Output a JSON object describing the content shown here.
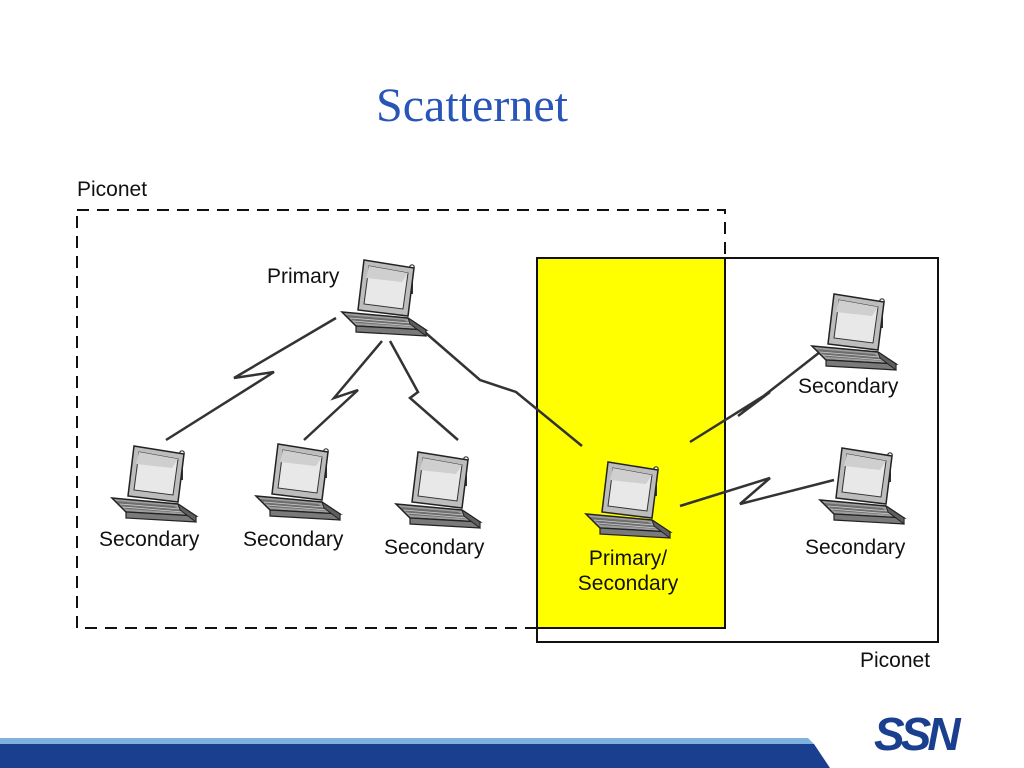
{
  "slide": {
    "title": "Scatternet"
  },
  "diagram": {
    "piconet_left_label": "Piconet",
    "piconet_right_label": "Piconet",
    "nodes": {
      "primary": "Primary",
      "secondary_1": "Secondary",
      "secondary_2": "Secondary",
      "secondary_3": "Secondary",
      "bridge_line1": "Primary/",
      "bridge_line2": "Secondary",
      "secondary_right_top": "Secondary",
      "secondary_right_bottom": "Secondary"
    },
    "colors": {
      "bridge_highlight": "#ffff00",
      "title": "#2a55b8",
      "footer_dark": "#1b3f8f",
      "footer_light": "#7fb2dc"
    }
  },
  "logo": {
    "text": "SSN"
  }
}
